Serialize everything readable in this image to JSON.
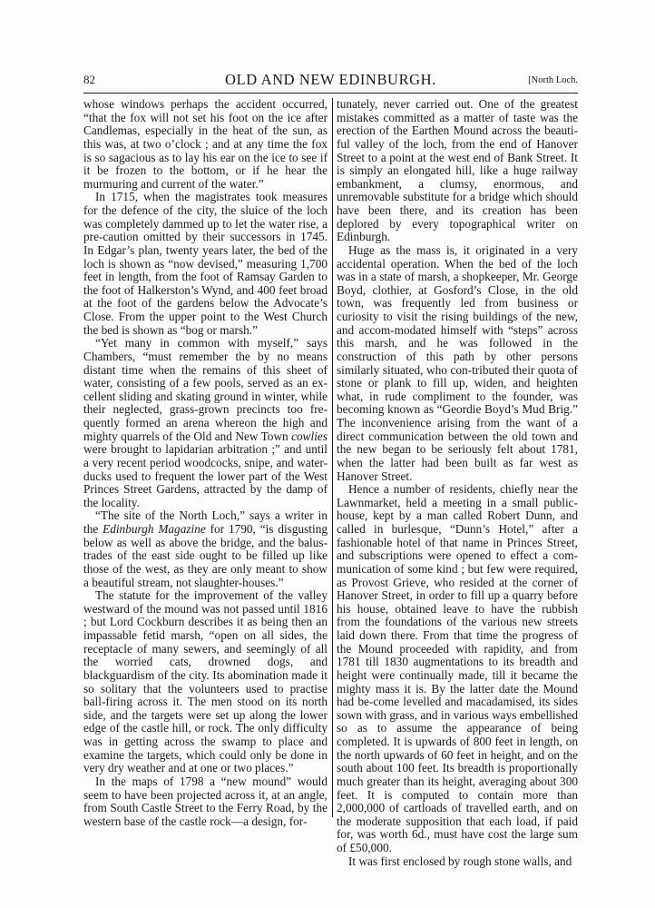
{
  "header": {
    "page_number": "82",
    "running_title": "OLD AND NEW EDINBURGH.",
    "section_label": "[North Loch."
  },
  "left_column": {
    "paragraphs": [
      {
        "continued": true,
        "text": "whose windows perhaps the accident occurred, “that the fox will not set his foot on the ice after Candlemas, especially in the heat of the sun, as this was, at two o’clock ; and at any time the fox is so sagacious as to lay his ear on the ice to see if it be frozen to the bottom, or if he hear the murmuring and current of the water.”"
      },
      {
        "continued": false,
        "text": "In 1715, when the magistrates took measures for the defence of the city, the sluice of the loch was completely dammed up to let the water rise, a pre-caution omitted by their successors in 1745. In Edgar’s plan, twenty years later, the bed of the loch is shown as “now devised,” measuring 1,700 feet in length, from the foot of Ramsay Garden to the foot of Halkerston’s Wynd, and 400 feet broad at the foot of the gardens below the Advocate’s Close. From the upper point to the West Church the bed is shown as “bog or marsh.”"
      },
      {
        "continued": false,
        "text_before_italic": "“Yet many in common with myself,” says Chambers, “must remember the by no means distant time when the remains of this sheet of water, consisting of a few pools, served as an ex-cellent sliding and skating ground in winter, while their neglected, grass-grown precincts too fre-quently formed an arena whereon the high and mighty quarrels of the Old and New Town ",
        "italic": "cowlies",
        "text_after_italic": " were brought to lapidarian arbitration ;” and until a very recent period woodcocks, snipe, and water-ducks used to frequent the lower part of the West Princes Street Gardens, attracted by the damp of the locality."
      },
      {
        "continued": false,
        "text_before_italic": "“The site of the North Loch,” says a writer in the ",
        "italic": "Edinburgh Magazine",
        "text_after_italic": " for 1790, “is disgusting below as well as above the bridge, and the balus-trades of the east side ought to be filled up like those of the west, as they are only meant to show a beautiful stream, not slaughter-houses.”"
      },
      {
        "continued": false,
        "text": "The statute for the improvement of the valley westward of the mound was not passed until 1816 ; but Lord Cockburn describes it as being then an impassable fetid marsh, “open on all sides, the receptacle of many sewers, and seemingly of all the worried cats, drowned dogs, and blackguardism of the city. Its abomination made it so solitary that the volunteers used to practise ball-firing across it. The men stood on its north side, and the targets were set up along the lower edge of the castle hill, or rock. The only difficulty was in getting across the swamp to place and examine the targets, which could only be done in very dry weather and at one or two places.”"
      },
      {
        "continued": false,
        "text": "In the maps of 1798 a “new mound” would seem to have been projected across it, at an angle, from South Castle Street to the Ferry Road, by the western base of the castle rock—a design, for-"
      }
    ]
  },
  "right_column": {
    "paragraphs": [
      {
        "continued": true,
        "text": "tunately, never carried out. One of the greatest mistakes committed as a matter of taste was the erection of the Earthen Mound across the beauti-ful valley of the loch, from the end of Hanover Street to a point at the west end of Bank Street. It is simply an elongated hill, like a huge railway embankment, a clumsy, enormous, and unremovable substitute for a bridge which should have been there, and its creation has been deplored by every topographical writer on Edinburgh."
      },
      {
        "continued": false,
        "text": "Huge as the mass is, it originated in a very accidental operation. When the bed of the loch was in a state of marsh, a shopkeeper, Mr. George Boyd, clothier, at Gosford’s Close, in the old town, was frequently led from business or curiosity to visit the rising buildings of the new, and accom-modated himself with “steps” across this marsh, and he was followed in the construction of this path by other persons similarly situated, who con-tributed their quota of stone or plank to fill up, widen, and heighten what, in rude compliment to the founder, was becoming known as “Geordie Boyd’s Mud Brig.” The inconvenience arising from the want of a direct communication between the old town and the new began to be seriously felt about 1781, when the latter had been built as far west as Hanover Street."
      },
      {
        "continued": false,
        "text": "Hence a number of residents, chiefly near the Lawnmarket, held a meeting in a small public-house, kept by a man called Robert Dunn, and called in burlesque, “Dunn’s Hotel,” after a fashionable hotel of that name in Princes Street, and subscriptions were opened to effect a com-munication of some kind ; but few were required, as Provost Grieve, who resided at the corner of Hanover Street, in order to fill up a quarry before his house, obtained leave to have the rubbish from the foundations of the various new streets laid down there. From that time the progress of the Mound proceeded with rapidity, and from 1781 till 1830 augmentations to its breadth and height were continually made, till it became the mighty mass it is. By the latter date the Mound had be-come levelled and macadamised, its sides sown with grass, and in various ways embellished so as to assume the appearance of being completed. It is upwards of 800 feet in length, on the north upwards of 60 feet in height, and on the south about 100 feet. Its breadth is proportionally much greater than its height, averaging about 300 feet. It is computed to contain more than 2,000,000 of cartloads of travelled earth, and on the moderate supposition that each load, if paid for, was worth 6d., must have cost the large sum of £50,000."
      },
      {
        "continued": false,
        "text": "It was first enclosed by rough stone walls, and"
      }
    ]
  }
}
